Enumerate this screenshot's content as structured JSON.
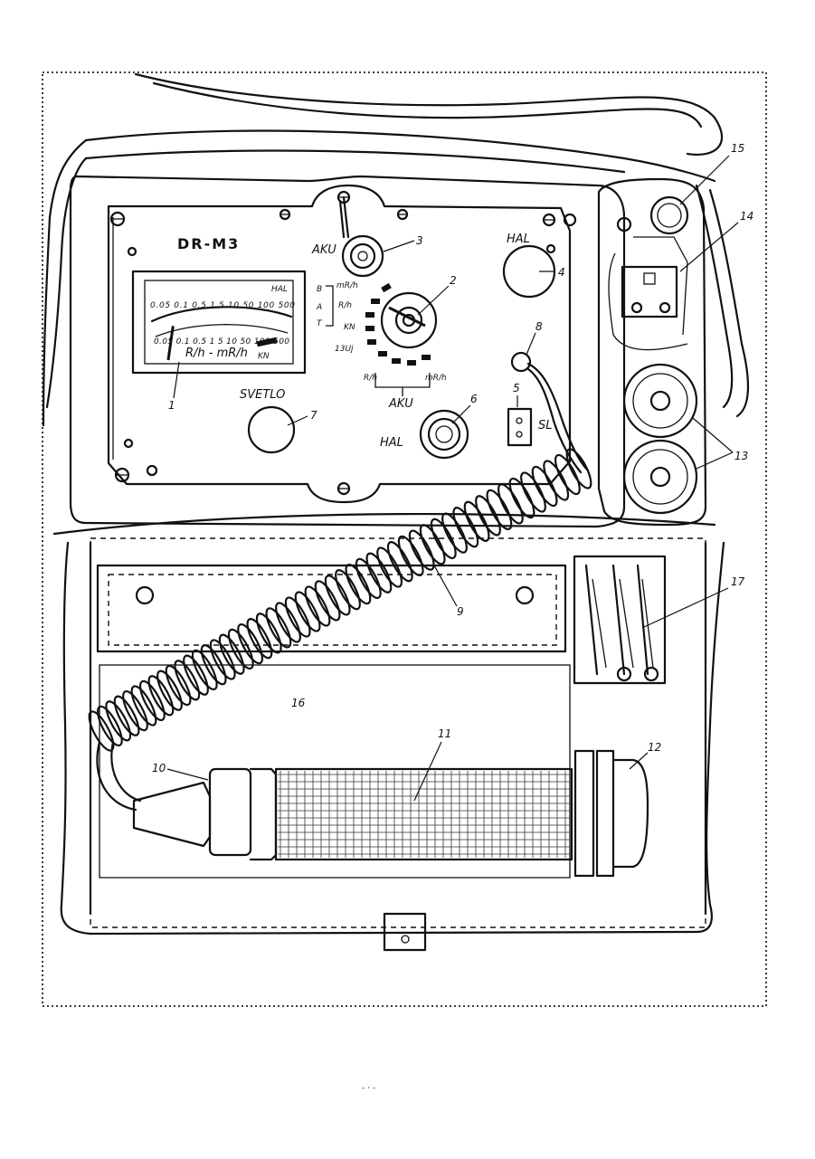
{
  "device": {
    "model": "DR-M3",
    "labels": {
      "aku_top": "AKU",
      "hal_top": "HAL",
      "svetlo": "SVETLO",
      "hal_bottom": "HAL",
      "sl": "SL",
      "aku_bottom": "AKU",
      "meter_unit": "R/h - mR/h",
      "meter_hal": "HAL",
      "meter_kn": "KN",
      "sw_mrh": "mR/h",
      "sw_rh": "R/h",
      "sw_kn": "KN",
      "sw_13uj": "13Uj",
      "sw_rh_bottom": "R/h",
      "sw_mrh_bottom": "mR/h",
      "mode_b": "B",
      "mode_a": "A",
      "mode_t": "T"
    },
    "meter_scale_top": "0.05 0.1  0.5  1    5   10  50 100 500",
    "meter_scale_bottom": "0.05 0.1  0.5  1    5  10  50 100 500"
  },
  "callouts": [
    "1",
    "2",
    "3",
    "4",
    "5",
    "6",
    "7",
    "8",
    "9",
    "10",
    "11",
    "12",
    "13",
    "14",
    "15",
    "16",
    "17"
  ]
}
